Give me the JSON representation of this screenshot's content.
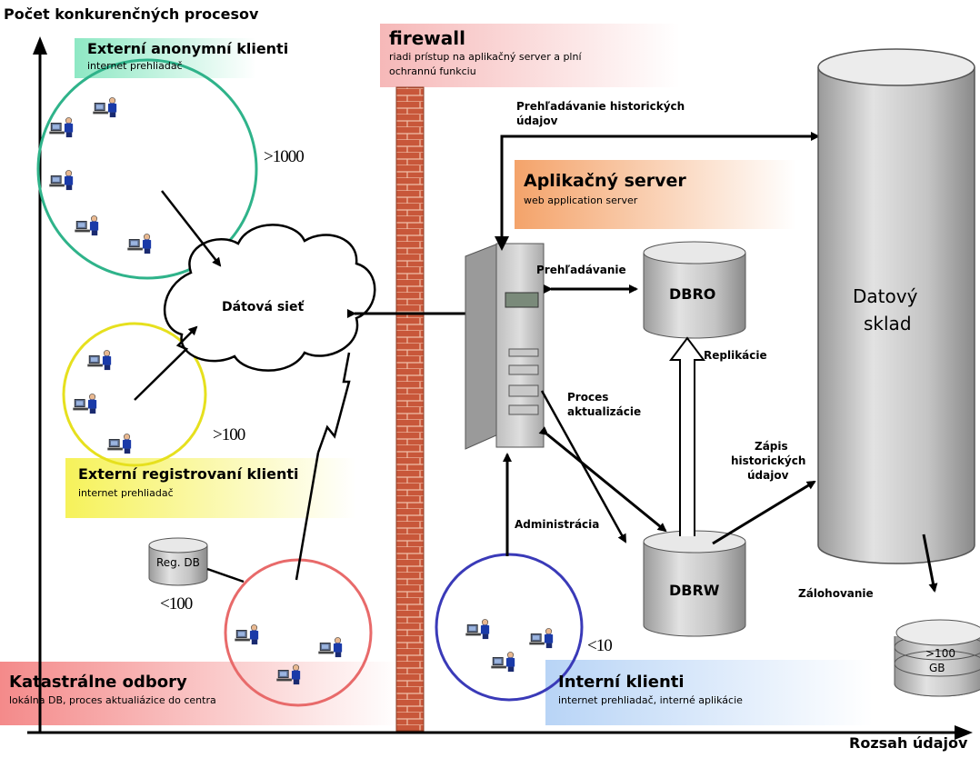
{
  "axes": {
    "y_label": "Počet konkurenčných procesov",
    "x_label": "Rozsah údajov"
  },
  "firewall": {
    "title": "firewall",
    "desc_line1": "riadi prístup na aplikačný server a plní",
    "desc_line2": "ochrannú funkciu"
  },
  "groups": {
    "anon": {
      "title": "Externí anonymní klienti",
      "sub": "internet prehliadač",
      "count": ">1000"
    },
    "registered": {
      "title": "Externí registrovaní klienti",
      "sub": "internet prehliadač",
      "count": ">100"
    },
    "cadastral": {
      "title": "Katastrálne odbory",
      "sub": "lokálna DB, proces aktualiázice do centra",
      "count": "<100"
    },
    "internal": {
      "title": "Interní klienti",
      "sub": "internet prehliadač, interné aplikácie",
      "count": "<10"
    }
  },
  "app_server": {
    "title": "Aplikačný server",
    "sub": "web application server"
  },
  "network": {
    "label": "Dátová sieť"
  },
  "databases": {
    "reg_db": "Reg. DB",
    "dbro": "DBRO",
    "dbrw": "DBRW",
    "warehouse_line1": "Datový",
    "warehouse_line2": "sklad",
    "backup_line1": ">100",
    "backup_line2": "GB"
  },
  "flows": {
    "history_browse_line1": "Prehľadávanie historických",
    "history_browse_line2": "údajov",
    "browse": "Prehľadávanie",
    "replication": "Replikácie",
    "update_line1": "Proces",
    "update_line2": "aktualizácie",
    "history_write_line1": "Zápis",
    "history_write_line2": "historických",
    "history_write_line3": "údajov",
    "admin": "Administrácia",
    "backup": "Zálohovanie"
  },
  "colors": {
    "anon_circle": "#2fb38a",
    "registered_circle": "#e6e01e",
    "cadastral_circle": "#e86a6a",
    "internal_circle": "#3a3ab8",
    "firewall_brick": "#c8573a",
    "anon_panel": "#8ee8c4",
    "registered_panel": "#f6f25a",
    "cadastral_panel": "#f48a8a",
    "firewall_panel": "#f6b8b8",
    "app_server_panel": "#f4a36a",
    "internal_panel": "#b8d4f6"
  }
}
